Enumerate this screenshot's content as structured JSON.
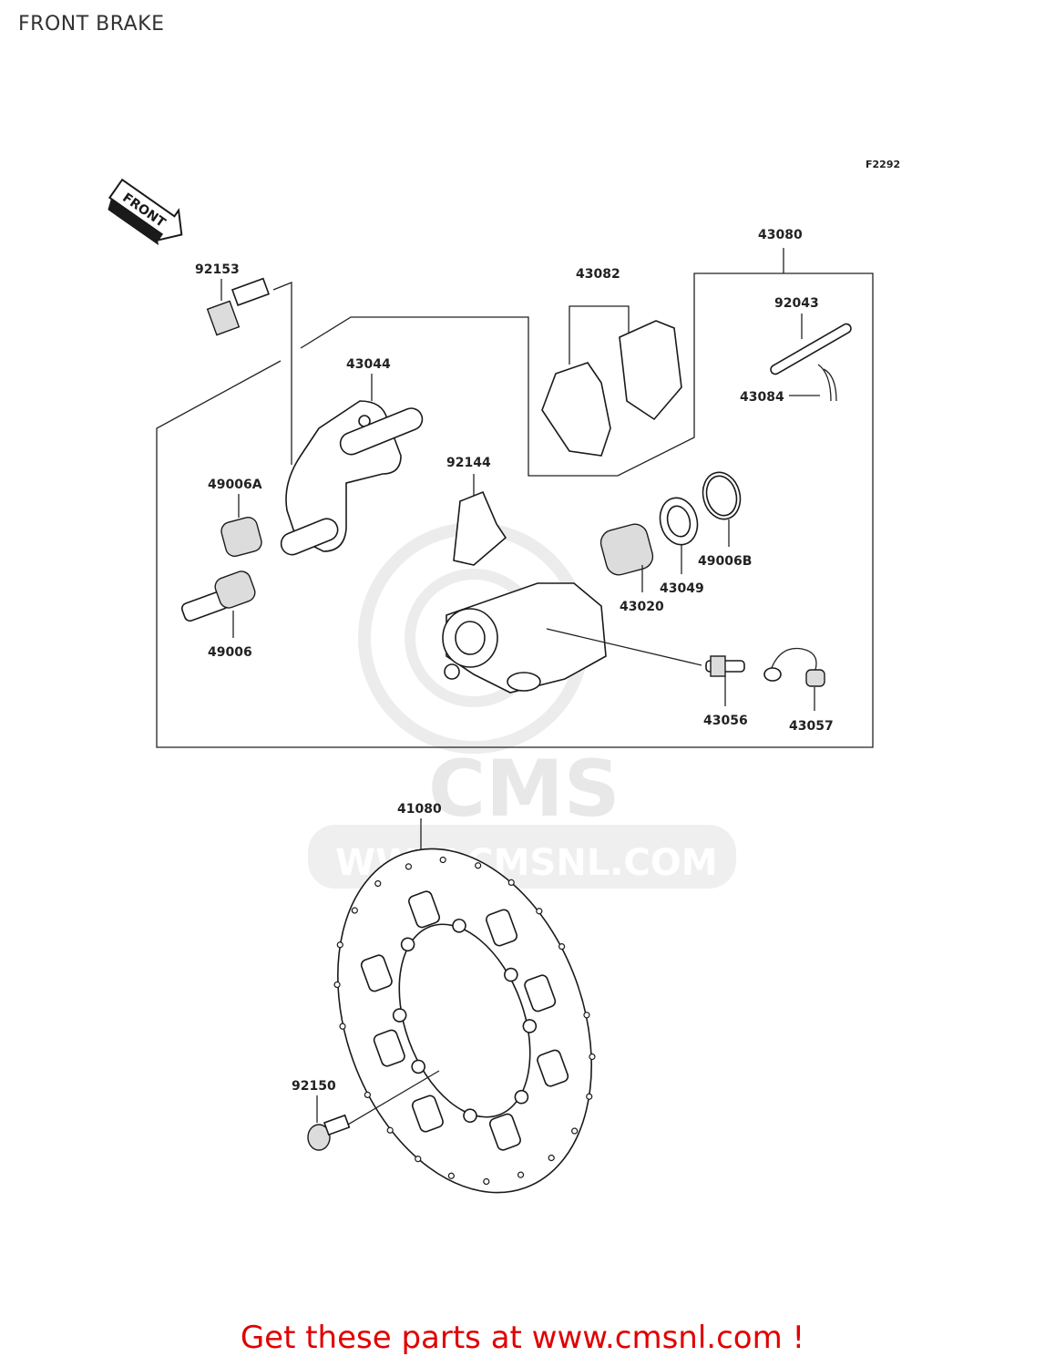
{
  "page": {
    "title": "FRONT BRAKE"
  },
  "diagram": {
    "ref_code": "F2292",
    "front_arrow_text": "FRONT",
    "parts": {
      "p92153": "92153",
      "p43044": "43044",
      "p43082": "43082",
      "p43080": "43080",
      "p92043": "92043",
      "p43084": "43084",
      "p92144": "92144",
      "p49006A": "49006A",
      "p49006": "49006",
      "p43020": "43020",
      "p43049": "43049",
      "p49006B": "49006B",
      "p43056": "43056",
      "p43057": "43057",
      "p41080": "41080",
      "p92150": "92150"
    }
  },
  "watermark": {
    "brand": "CMS",
    "url": "WWW.CMSNL.COM"
  },
  "footer": {
    "cta": "Get these parts at www.cmsnl.com !",
    "color": "#e10000"
  }
}
